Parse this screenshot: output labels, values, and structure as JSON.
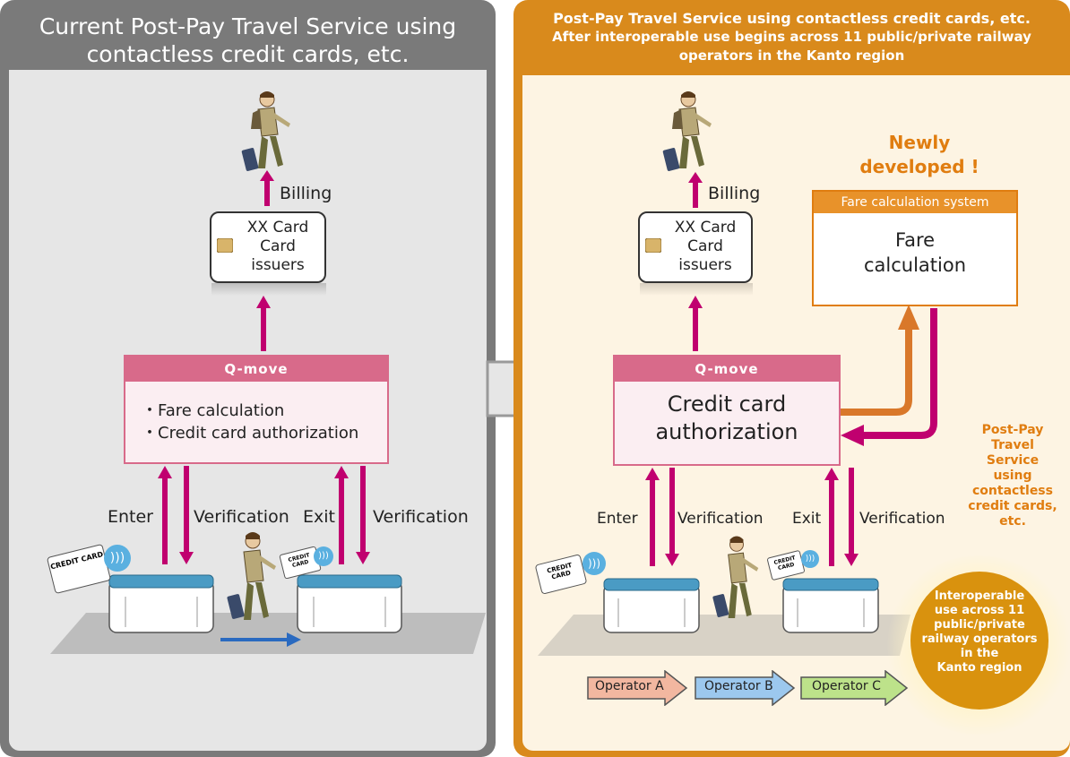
{
  "left": {
    "title_line1": "Current Post-Pay Travel Service using",
    "title_line2": "contactless credit cards, etc.",
    "billing": "Billing",
    "issuer_line1": "XX Card",
    "issuer_line2": "Card",
    "issuer_line3": "issuers",
    "qmove": "Q-move",
    "qmove_item1": "・Fare calculation",
    "qmove_item2": "・Credit card authorization",
    "enter": "Enter",
    "verification1": "Verification",
    "exit": "Exit",
    "verification2": "Verification",
    "card_text": "CREDIT CARD"
  },
  "right": {
    "title_line1": "Post-Pay Travel Service using contactless credit cards, etc.",
    "title_line2": "After interoperable use begins across 11 public/private railway",
    "title_line3": "operators in the Kanto region",
    "billing": "Billing",
    "issuer_line1": "XX Card",
    "issuer_line2": "Card",
    "issuer_line3": "issuers",
    "newly_line1": "Newly",
    "newly_line2": "developed !",
    "fare_system_header": "Fare calculation system",
    "fare_line1": "Fare",
    "fare_line2": "calculation",
    "qmove": "Q-move",
    "auth_line1": "Credit card",
    "auth_line2": "authorization",
    "enter": "Enter",
    "verification1": "Verification",
    "exit": "Exit",
    "verification2": "Verification",
    "side_note": [
      "Post-Pay",
      "Travel",
      "Service",
      "using",
      "contactless",
      "credit cards,",
      "etc."
    ],
    "badge": [
      "Interoperable",
      "use across 11",
      "public/private",
      "railway operators",
      "in the",
      "Kanto region"
    ],
    "operators": [
      "Operator A",
      "Operator B",
      "Operator C"
    ],
    "card_text": "CREDIT CARD"
  },
  "colors": {
    "left_bg": "#e6e6e6",
    "left_frame": "#7a7a7a",
    "right_bg": "#fdf4e3",
    "right_frame": "#d98a1c",
    "magenta": "#c0006f",
    "qmove_header": "#d86a8a",
    "qmove_body": "#fbeef2",
    "orange_text": "#e07d10",
    "fare_arrow": "#d9782a",
    "badge": "#d9920e",
    "gate_blue": "#4a9bc4",
    "op_a": "#f2b7a0",
    "op_b": "#9cc8ee",
    "op_c": "#bde28a"
  }
}
